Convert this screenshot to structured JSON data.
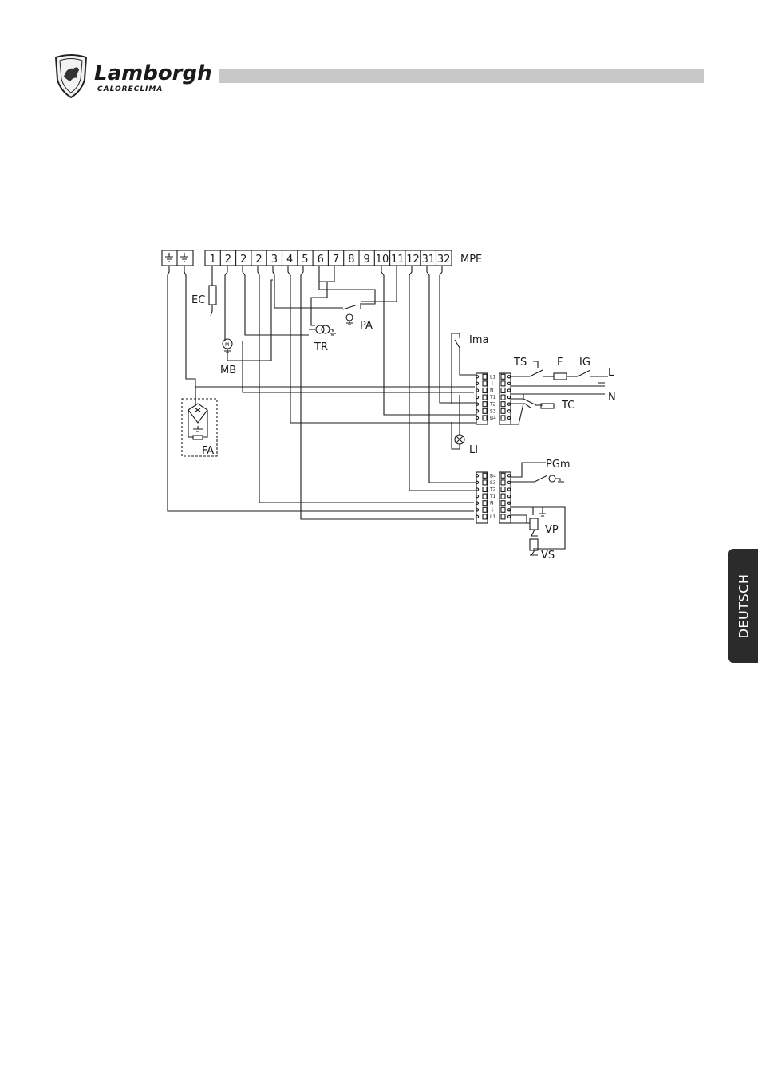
{
  "brand": {
    "name": "Lamborghini",
    "subname": "CALORECLIMA"
  },
  "side_tab": {
    "label": "DEUTSCH"
  },
  "diagram": {
    "terminal_block_label": "MPE",
    "terminals": [
      "1",
      "2",
      "2",
      "2",
      "3",
      "4",
      "5",
      "6",
      "7",
      "8",
      "9",
      "10",
      "11",
      "12",
      "31",
      "32"
    ],
    "components": {
      "EC": "EC",
      "MB": "MB",
      "TR": "TR",
      "PA": "PA",
      "FA": "FA",
      "Ima": "Ima",
      "TS": "TS",
      "F": "F",
      "IG": "IG",
      "TC": "TC",
      "LI": "LI",
      "PGm": "PGm",
      "VP": "VP",
      "VS": "VS",
      "L": "L",
      "N": "N"
    },
    "connector_pins": [
      "L1",
      "⏚",
      "N",
      "T1",
      "T2",
      "S3",
      "B4"
    ],
    "connector_pins_lower": [
      "B4",
      "S3",
      "T2",
      "T1",
      "N",
      "⏚",
      "L1"
    ],
    "motor_symbol": "M"
  }
}
